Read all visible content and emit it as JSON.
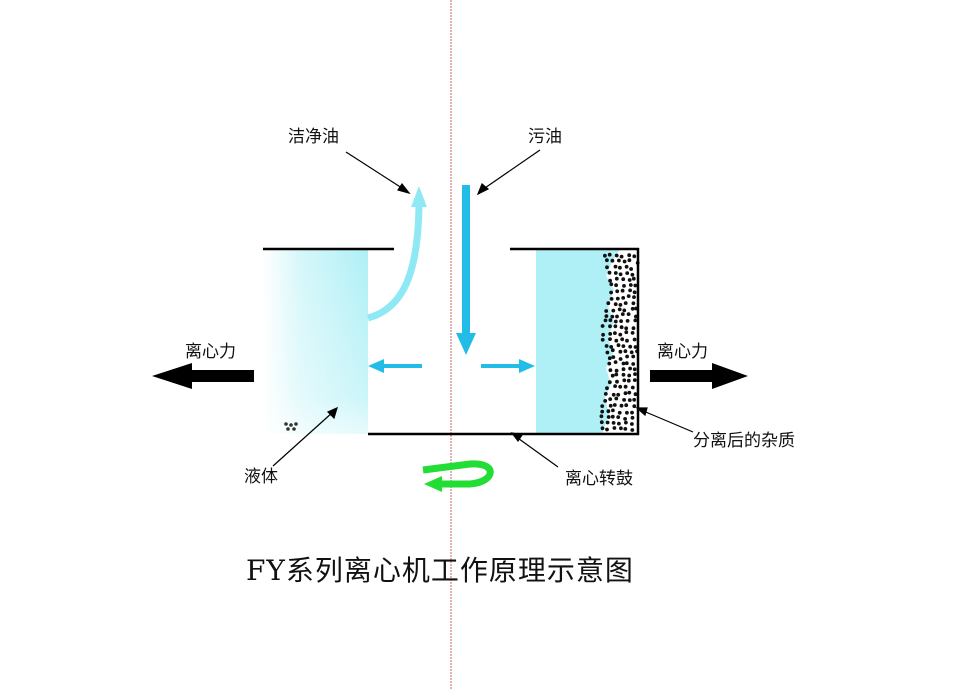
{
  "labels": {
    "clean_oil": "洁净油",
    "dirty_oil": "污油",
    "force_left": "离心力",
    "force_right": "离心力",
    "impurities": "分离后的杂质",
    "liquid": "液体",
    "drum": "离心转鼓"
  },
  "title": "FY系列离心机工作原理示意图",
  "colors": {
    "liquid": "#aef0f6",
    "inflow": "#22bde6",
    "clean_oil": "#8fe9f4",
    "rotation": "#22dd33",
    "axis": "#c86464",
    "wall": "#000000"
  }
}
